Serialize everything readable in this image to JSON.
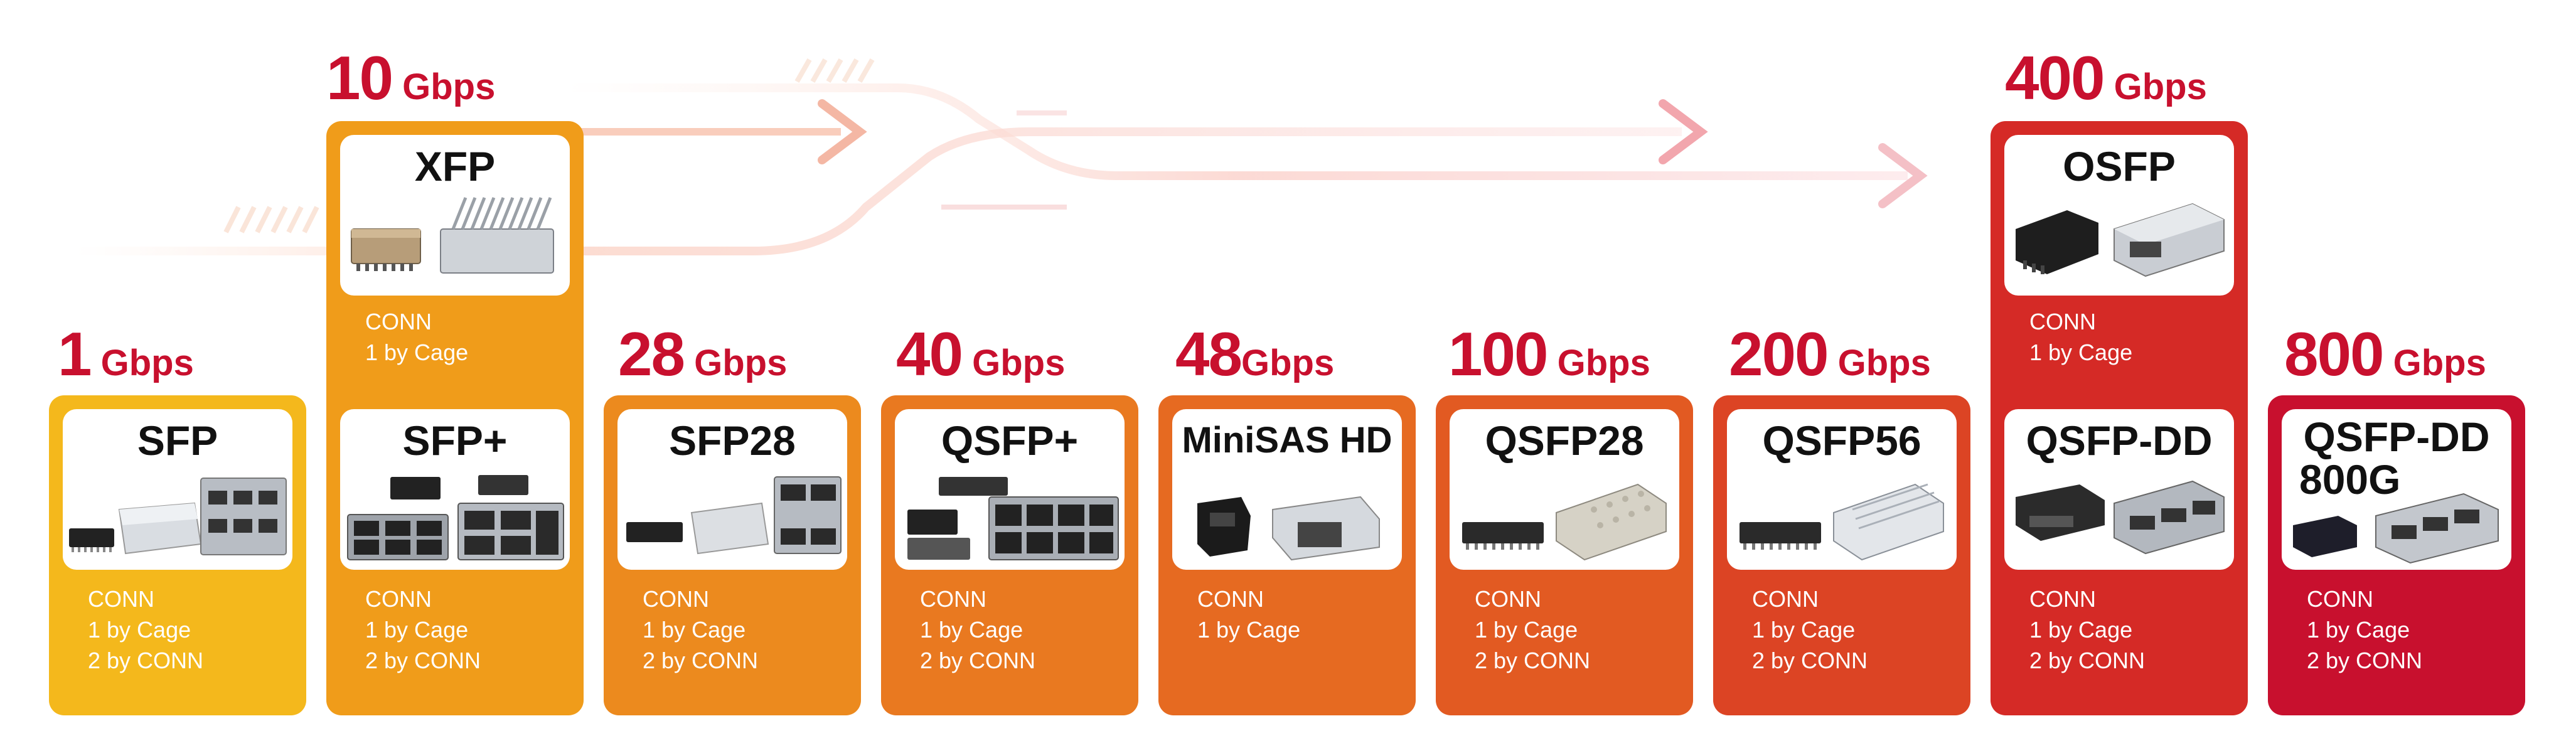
{
  "speeds": {
    "s1": {
      "num": "1",
      "unit": " Gbps"
    },
    "s10": {
      "num": "10",
      "unit": " Gbps"
    },
    "s28": {
      "num": "28",
      "unit": " Gbps"
    },
    "s40": {
      "num": "40",
      "unit": " Gbps"
    },
    "s48": {
      "num": "48",
      "unit": "Gbps"
    },
    "s100": {
      "num": "100",
      "unit": " Gbps"
    },
    "s200": {
      "num": "200",
      "unit": " Gbps"
    },
    "s400": {
      "num": "400",
      "unit": " Gbps"
    },
    "s800": {
      "num": "800",
      "unit": " Gbps"
    }
  },
  "products": {
    "sfp": {
      "name": "SFP",
      "lines": [
        "CONN",
        "1 by Cage",
        "2 by CONN"
      ]
    },
    "xfp": {
      "name": "XFP",
      "lines": [
        "CONN",
        "1 by Cage"
      ]
    },
    "sfpplus": {
      "name": "SFP+",
      "lines": [
        "CONN",
        "1 by Cage",
        "2 by CONN"
      ]
    },
    "sfp28": {
      "name": "SFP28",
      "lines": [
        "CONN",
        "1 by Cage",
        "2 by CONN"
      ]
    },
    "qsfpplus": {
      "name": "QSFP+",
      "lines": [
        "CONN",
        "1 by Cage",
        "2 by CONN"
      ]
    },
    "minisas": {
      "name": "MiniSAS HD",
      "lines": [
        "CONN",
        "1 by Cage"
      ]
    },
    "qsfp28": {
      "name": "QSFP28",
      "lines": [
        "CONN",
        "1 by Cage",
        "2 by CONN"
      ]
    },
    "qsfp56": {
      "name": "QSFP56",
      "lines": [
        "CONN",
        "1 by Cage",
        "2 by CONN"
      ]
    },
    "osfp": {
      "name": "OSFP",
      "lines": [
        "CONN",
        "1 by Cage"
      ]
    },
    "qsfpdd": {
      "name": "QSFP-DD",
      "lines": [
        "CONN",
        "1 by Cage",
        "2 by CONN"
      ]
    },
    "qsfpdd800": {
      "name_line1": "QSFP-DD",
      "name_line2": "800G",
      "lines": [
        "CONN",
        "1 by Cage",
        "2 by CONN"
      ]
    }
  },
  "colors": {
    "accent_red": "#c8102e",
    "col1": "#f4b81c",
    "col2": "#f09c1a",
    "col3": "#ec8a1e",
    "col4": "#e97920",
    "col5": "#e66a21",
    "col6": "#e25a22",
    "col7": "#dc4424",
    "col8": "#d52a26",
    "col9": "#c8102e"
  }
}
